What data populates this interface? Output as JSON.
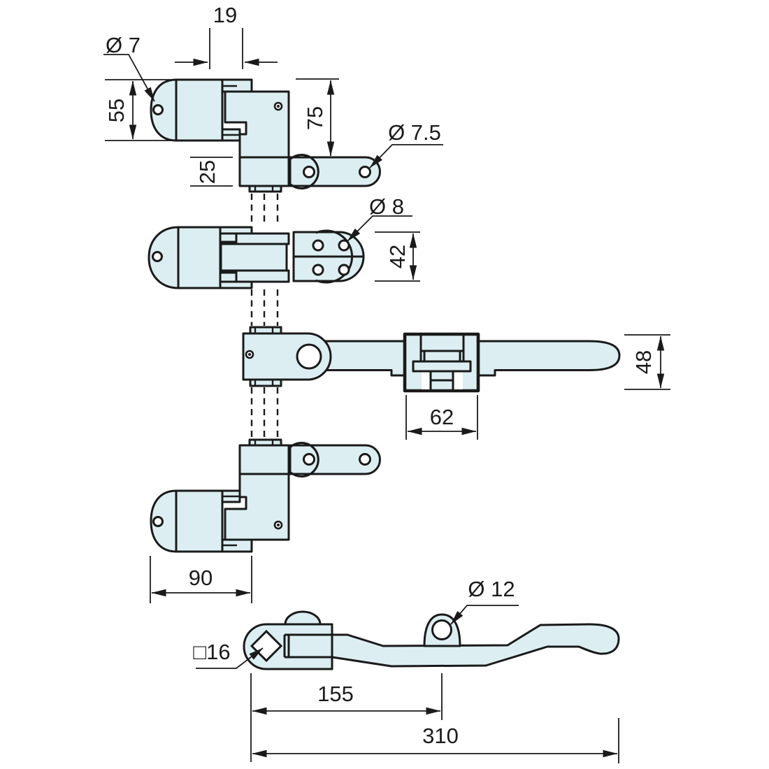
{
  "colors": {
    "background": "#ffffff",
    "part_fill": "#dceef1",
    "line": "#1a1a1a"
  },
  "annotations": {
    "dim_19": {
      "text": "19",
      "value": 19
    },
    "dia_7": {
      "text": "Ø 7",
      "value": 7
    },
    "dim_55": {
      "text": "55",
      "value": 55
    },
    "dim_25": {
      "text": "25",
      "value": 25
    },
    "dim_75": {
      "text": "75",
      "value": 75
    },
    "dia_7_5": {
      "text": "Ø 7.5",
      "value": 7.5
    },
    "dia_8": {
      "text": "Ø 8",
      "value": 8
    },
    "dim_42": {
      "text": "42",
      "value": 42
    },
    "dim_48": {
      "text": "48",
      "value": 48
    },
    "dim_62": {
      "text": "62",
      "value": 62
    },
    "dim_90": {
      "text": "90",
      "value": 90
    },
    "dia_12": {
      "text": "Ø 12",
      "value": 12
    },
    "sq_16": {
      "text": "□16",
      "value": 16
    },
    "dim_155": {
      "text": "155",
      "value": 155
    },
    "dim_310": {
      "text": "310",
      "value": 310
    }
  }
}
